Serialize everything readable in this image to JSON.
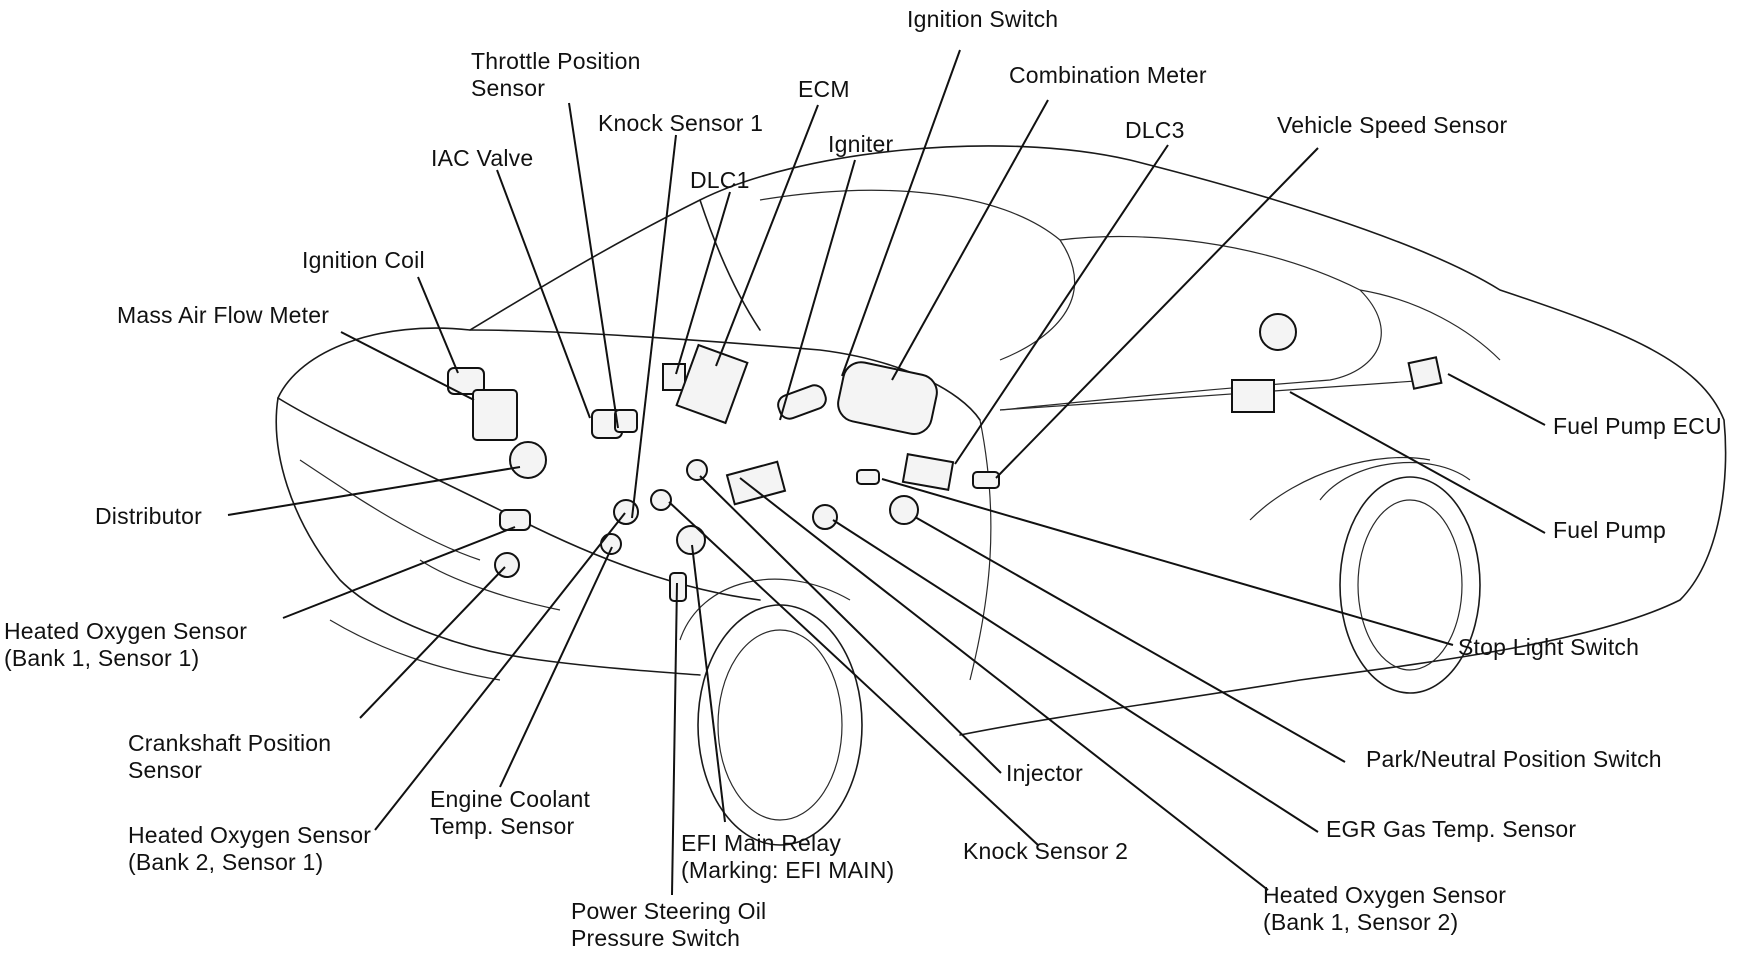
{
  "labels": {
    "ignition_switch": "Ignition Switch",
    "combination_meter": "Combination Meter",
    "throttle_position_sensor": [
      "Throttle Position",
      "Sensor"
    ],
    "ecm": "ECM",
    "knock_sensor_1": "Knock Sensor 1",
    "igniter": "Igniter",
    "dlc3": "DLC3",
    "vehicle_speed_sensor": "Vehicle Speed Sensor",
    "iac_valve": "IAC Valve",
    "dlc1": "DLC1",
    "ignition_coil": "Ignition Coil",
    "mass_air_flow_meter": "Mass Air Flow Meter",
    "fuel_pump_ecu": "Fuel Pump ECU",
    "distributor": "Distributor",
    "fuel_pump": "Fuel Pump",
    "heated_oxygen_sensor_b1s1": [
      "Heated Oxygen Sensor",
      "(Bank 1, Sensor 1)"
    ],
    "stop_light_switch": "Stop Light Switch",
    "crankshaft_position_sensor": [
      "Crankshaft Position",
      "Sensor"
    ],
    "park_neutral_position_switch": "Park/Neutral Position Switch",
    "injector": "Injector",
    "engine_coolant_temp_sensor": [
      "Engine Coolant",
      "Temp. Sensor"
    ],
    "heated_oxygen_sensor_b2s1": [
      "Heated Oxygen Sensor",
      "(Bank 2, Sensor 1)"
    ],
    "egr_gas_temp_sensor": "EGR Gas Temp. Sensor",
    "efi_main_relay": [
      "EFI Main Relay",
      "(Marking:   EFI MAIN)"
    ],
    "knock_sensor_2": "Knock Sensor 2",
    "heated_oxygen_sensor_b1s2": [
      "Heated Oxygen Sensor",
      "(Bank 1, Sensor 2)"
    ],
    "power_steering_oil_pressure_switch": [
      "Power Steering Oil",
      "Pressure Switch"
    ]
  },
  "colors": {
    "line": "#111111",
    "background": "#ffffff"
  }
}
